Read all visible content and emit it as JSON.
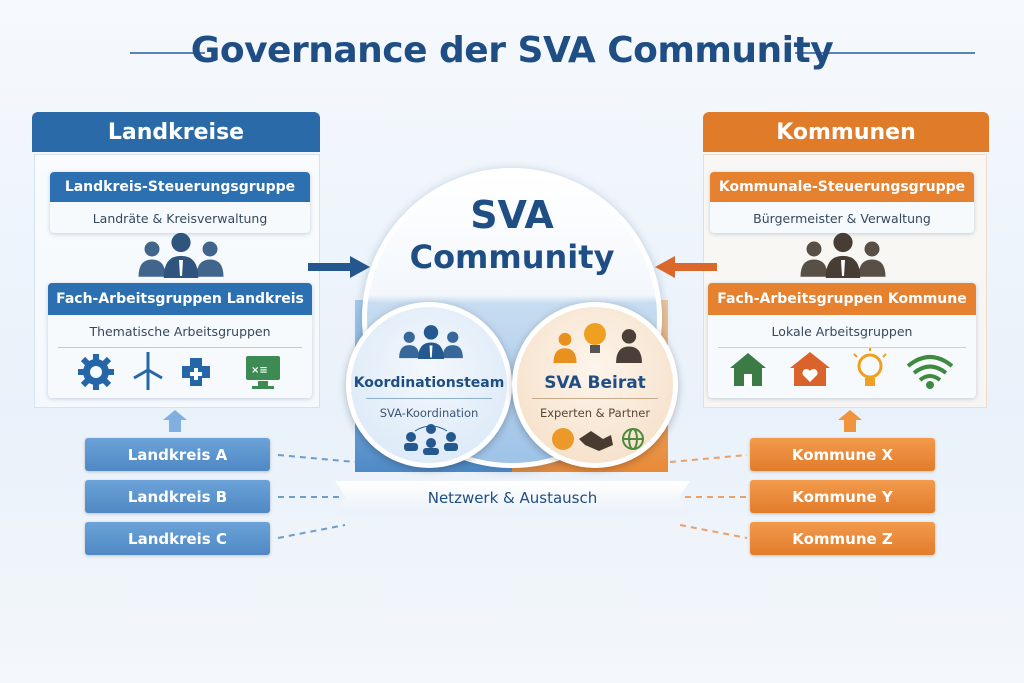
{
  "title": "Governance der SVA Community",
  "left": {
    "header": "Landkreise",
    "steering": {
      "title": "Landkreis-Steuerungsgruppe",
      "sub": "Landräte & Kreisverwaltung"
    },
    "working": {
      "title": "Fach-Arbeitsgruppen Landkreis",
      "sub": "Thematische Arbeitsgruppen",
      "icons": [
        "gear-icon",
        "wind-turbine-icon",
        "medical-cross-icon",
        "monitor-spreadsheet-icon"
      ]
    },
    "members": [
      "Landkreis A",
      "Landkreis B",
      "Landkreis C"
    ]
  },
  "right": {
    "header": "Kommunen",
    "steering": {
      "title": "Kommunale-Steuerungsgruppe",
      "sub": "Bürgermeister & Verwaltung"
    },
    "working": {
      "title": "Fach-Arbeitsgruppen Kommune",
      "sub": "Lokale Arbeitsgruppen",
      "icons": [
        "house-icon",
        "house-heart-icon",
        "lightbulb-icon",
        "wifi-icon"
      ]
    },
    "members": [
      "Kommune X",
      "Kommune Y",
      "Kommune Z"
    ]
  },
  "center": {
    "line1": "SVA",
    "line2": "Community",
    "coord": {
      "title": "Koordinationsteam",
      "sub": "SVA-Koordination"
    },
    "board": {
      "title": "SVA Beirat",
      "sub": "Experten & Partner"
    },
    "banner": "Netzwerk & Austausch"
  },
  "colors": {
    "blue": "#2a6aa8",
    "orange": "#e07b2a",
    "navy": "#1f4e84"
  }
}
